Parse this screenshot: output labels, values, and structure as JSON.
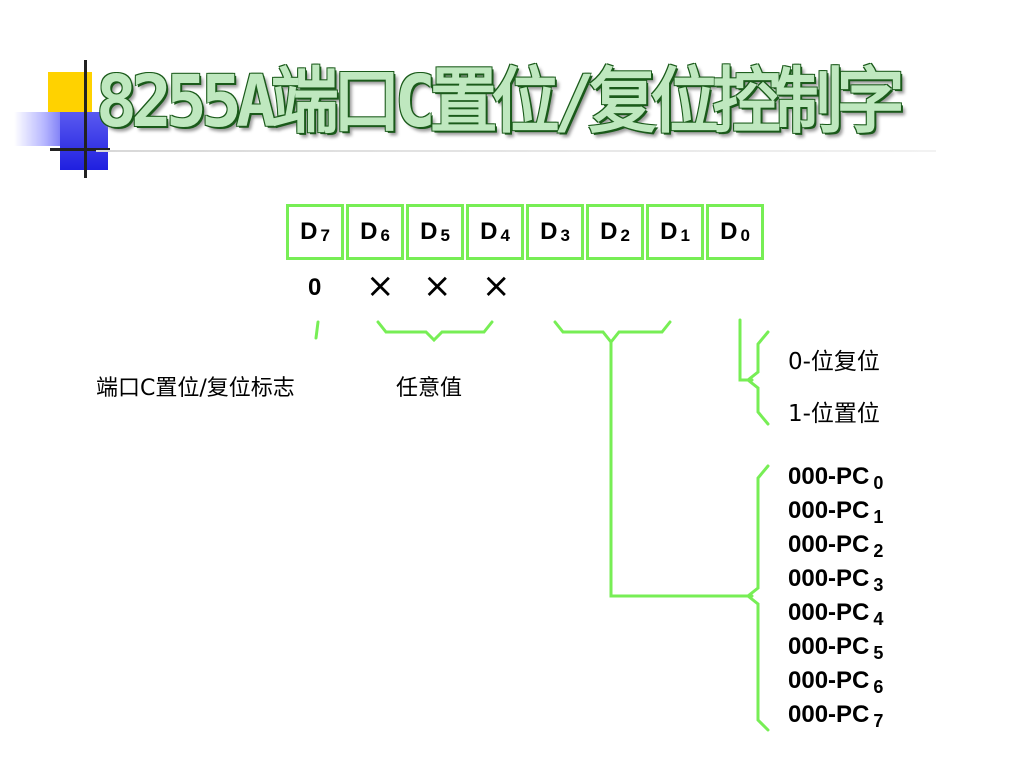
{
  "title": "8255A端口C置位/复位控制字",
  "register": {
    "bits": [
      {
        "name": "D",
        "sub": "7"
      },
      {
        "name": "D",
        "sub": "6"
      },
      {
        "name": "D",
        "sub": "5"
      },
      {
        "name": "D",
        "sub": "4"
      },
      {
        "name": "D",
        "sub": "3"
      },
      {
        "name": "D",
        "sub": "2"
      },
      {
        "name": "D",
        "sub": "1"
      },
      {
        "name": "D",
        "sub": "0"
      }
    ],
    "values": [
      "0",
      "×",
      "×",
      "×"
    ]
  },
  "labels": {
    "flag": "端口C置位/复位标志",
    "any": "任意值",
    "bit_reset": "0-位复位",
    "bit_set": "1-位置位"
  },
  "pc_select": [
    {
      "code": "000-PC",
      "sub": "0"
    },
    {
      "code": "000-PC",
      "sub": "1"
    },
    {
      "code": "000-PC",
      "sub": "2"
    },
    {
      "code": "000-PC",
      "sub": "3"
    },
    {
      "code": "000-PC",
      "sub": "4"
    },
    {
      "code": "000-PC",
      "sub": "5"
    },
    {
      "code": "000-PC",
      "sub": "6"
    },
    {
      "code": "000-PC",
      "sub": "7"
    }
  ],
  "colors": {
    "accent_green": "#77ee55",
    "logo_yellow": "#ffd200",
    "logo_blue": "#2a2ae8"
  }
}
